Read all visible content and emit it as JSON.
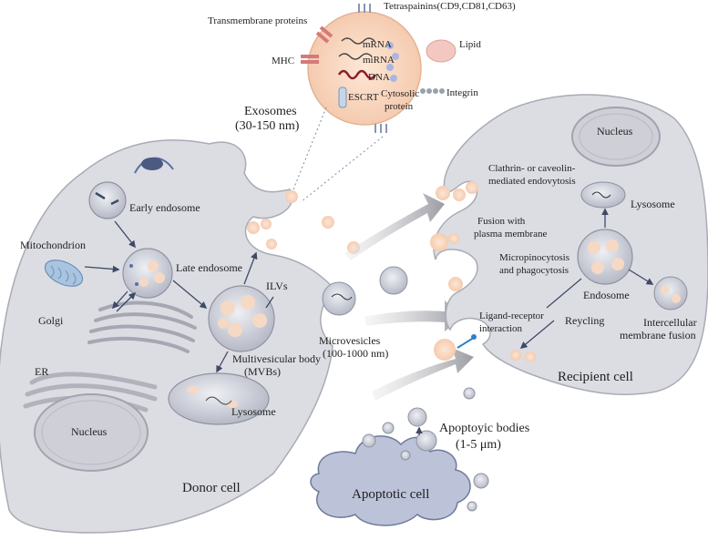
{
  "labels": {
    "exosomes": "Exosomes",
    "exosomes_size": "(30-150 nm)",
    "transmembrane": "Transmembrane proteins",
    "tetraspanins": "Tetraspainins(CD9,CD81,CD63)",
    "lipid": "Lipid",
    "mhc": "MHC",
    "mrna": "mRNA",
    "mirna": "miRNA",
    "dna": "DNA",
    "integrin": "Integrin",
    "escrt": "ESCRT",
    "cytosolic_1": "Cytosolic",
    "cytosolic_2": "protein",
    "early_endosome": "Early endosome",
    "mitochondrion": "Mitochondrion",
    "late_endosome": "Late endosome",
    "golgi": "Golgi",
    "ilvs": "ILVs",
    "mvb_1": "Multivesicular body",
    "mvb_2": "(MVBs)",
    "er": "ER",
    "lysosome_donor": "Lysosome",
    "nucleus_donor": "Nucleus",
    "donor_cell": "Donor cell",
    "microvesicles": "Microvesicles",
    "microvesicles_size": "(100-1000 nm)",
    "apoptotic_bodies": "Apoptoyic bodies",
    "apoptotic_size": "(1-5 μm)",
    "apoptotic_cell": "Apoptotic cell",
    "nucleus_recipient": "Nucleus",
    "clathrin_1": "Clathrin- or caveolin-",
    "clathrin_2": "mediated endovytosis",
    "fusion_1": "Fusion with",
    "fusion_2": "plasma membrane",
    "micropino_1": "Micropinocytosis",
    "micropino_2": "and phagocytosis",
    "ligand_1": "Ligand-receptor",
    "ligand_2": "interaction",
    "lysosome_recipient": "Lysosome",
    "endosome": "Endosome",
    "reycling": "Reycling",
    "intercellular_1": "Intercellular",
    "intercellular_2": "membrane fusion",
    "recipient_cell": "Recipient cell"
  },
  "colors": {
    "cell_fill": "#dcdde3",
    "cell_stroke": "#a9abb5",
    "organelle": "#c3c5ce",
    "vesicle": "#f6d9c4",
    "arrow_dark": "#3d4a66",
    "membrane_blue": "#5a6fa5",
    "apoptotic": "#bcc2d8"
  }
}
